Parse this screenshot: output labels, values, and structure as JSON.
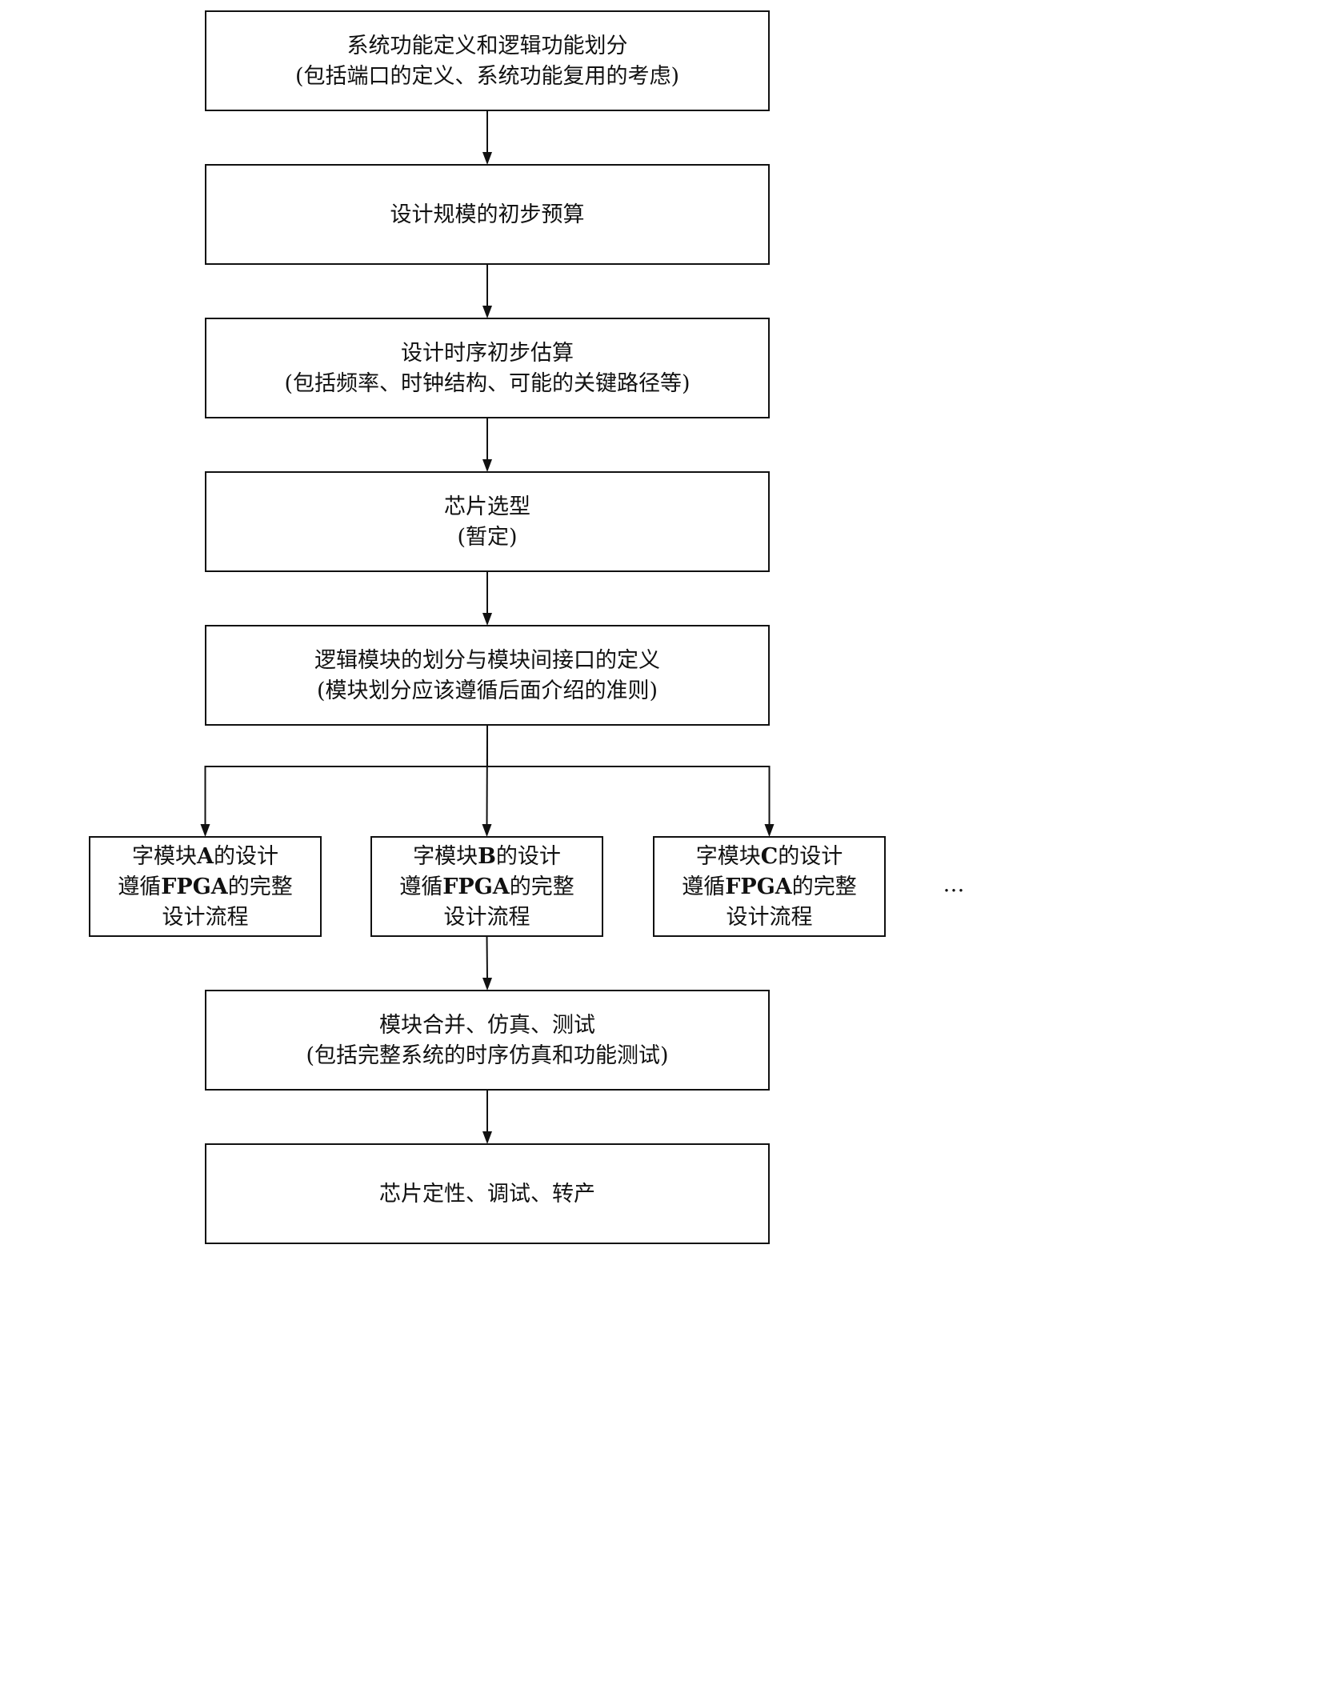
{
  "nodes": [
    {
      "id": "n1",
      "lines": [
        "系统功能定义和逻辑功能划分",
        "(包括端口的定义、系统功能复用的考虑)"
      ]
    },
    {
      "id": "n2",
      "lines": [
        "设计规模的初步预算"
      ]
    },
    {
      "id": "n3",
      "lines": [
        "设计时序初步估算",
        "(包括频率、时钟结构、可能的关键路径等)"
      ]
    },
    {
      "id": "n4",
      "lines": [
        "芯片选型",
        "(暂定)"
      ]
    },
    {
      "id": "n5",
      "lines": [
        "逻辑模块的划分与模块间接口的定义",
        "(模块划分应该遵循后面介绍的准则)"
      ]
    },
    {
      "id": "nA",
      "lines": [
        "字模块A的设计",
        "遵循FPGA的完整",
        "设计流程"
      ]
    },
    {
      "id": "nB",
      "lines": [
        "字模块B的设计",
        "遵循FPGA的完整",
        "设计流程"
      ]
    },
    {
      "id": "nC",
      "lines": [
        "字模块C的设计",
        "遵循FPGA的完整",
        "设计流程"
      ]
    },
    {
      "id": "n6",
      "lines": [
        "模块合并、仿真、测试",
        "(包括完整系统的时序仿真和功能测试)"
      ]
    },
    {
      "id": "n7",
      "lines": [
        "芯片定性、调试、转产"
      ]
    }
  ],
  "edges": [
    {
      "from": "n1",
      "to": "n2"
    },
    {
      "from": "n2",
      "to": "n3"
    },
    {
      "from": "n3",
      "to": "n4"
    },
    {
      "from": "n4",
      "to": "n5"
    },
    {
      "from": "n5",
      "to": "nA"
    },
    {
      "from": "n5",
      "to": "nB"
    },
    {
      "from": "n5",
      "to": "nC"
    },
    {
      "from": "nB",
      "to": "n6"
    },
    {
      "from": "n6",
      "to": "n7"
    }
  ],
  "ellipsis": "…"
}
